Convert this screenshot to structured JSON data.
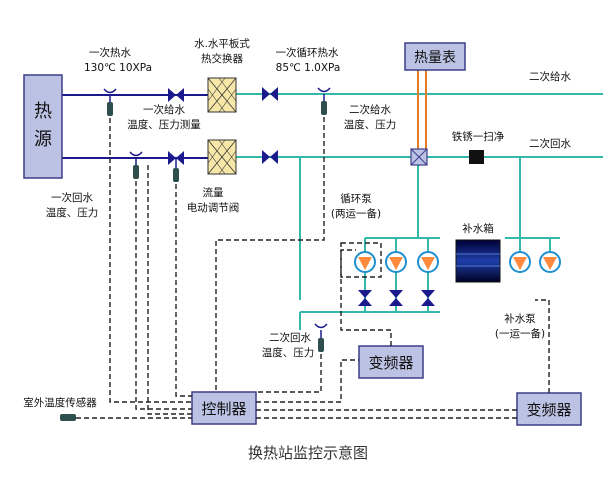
{
  "title": "换热站监控示意图",
  "heat_source": {
    "line1": "热",
    "line2": "源"
  },
  "heat_meter": "热量表",
  "controller": "控制器",
  "vfd_left": "变频器",
  "vfd_right": "变频器",
  "labels": {
    "primary_supply_title": "一次热水",
    "primary_supply_value": "130℃ 10XPa",
    "exchanger_line1": "水.水平板式",
    "exchanger_line2": "热交换器",
    "primary_circ_title": "一次循环热水",
    "primary_circ_value": "85℃ 1.0XPa",
    "primary_feed_line1": "一次给水",
    "primary_feed_line2": "温度、压力测量",
    "secondary_supply": "二次给水",
    "secondary_supply_tp_line1": "二次给水",
    "secondary_supply_tp_line2": "温度、压力",
    "descaler": "铁锈一扫净",
    "secondary_return": "二次回水",
    "primary_return_line1": "一次回水",
    "primary_return_line2": "温度、压力",
    "flow_line1": "流量",
    "flow_line2": "电动调节阀",
    "circ_pump_line1": "循环泵",
    "circ_pump_line2": "(两运一备)",
    "makeup_tank": "补水箱",
    "makeup_pump_line1": "补水泵",
    "makeup_pump_line2": "(一运一备)",
    "secondary_return_tp_line1": "二次回水",
    "secondary_return_tp_line2": "温度、压力",
    "outdoor_sensor": "室外温度传感器"
  },
  "colors": {
    "pipe_primary": "#1a1a8c",
    "pipe_secondary": "#35b8ac",
    "pipe_meter": "#e07b2a",
    "box_fill": "#bcc2e4",
    "box_border": "#3d3d8a",
    "exchanger_fill": "#f6e7a8",
    "signal": "#222222",
    "pump_fill": "#ff8a3d",
    "pump_ring": "#1f8fd0"
  }
}
